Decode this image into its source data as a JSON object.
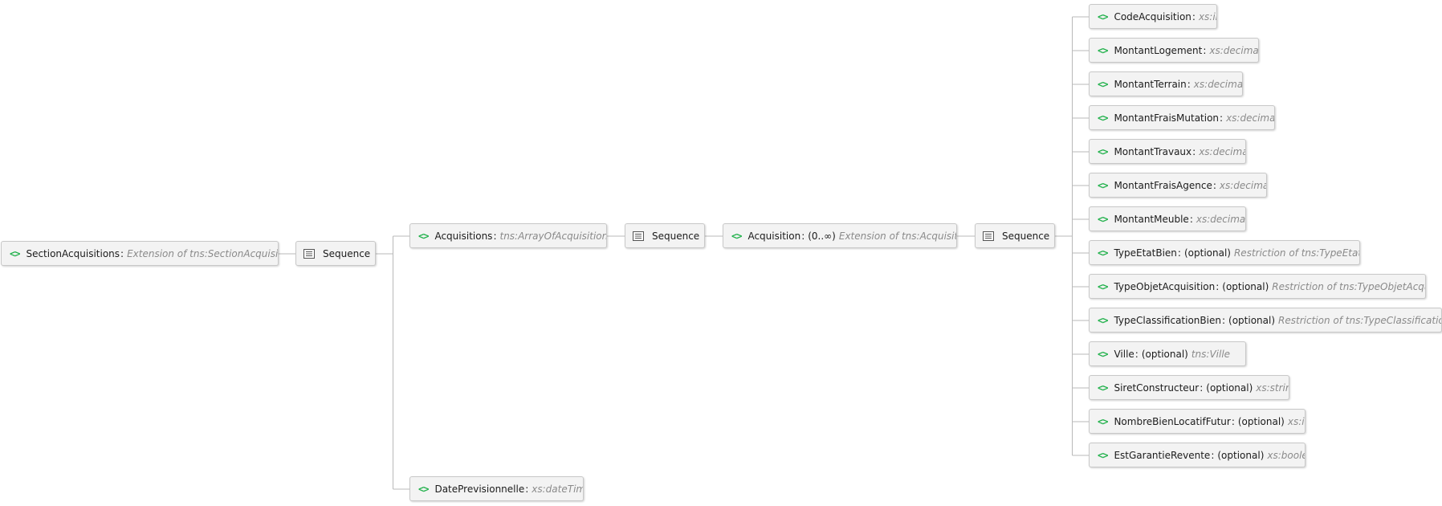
{
  "nodes": [
    {
      "id": "root",
      "kind": "element",
      "name": "SectionAcquisitions",
      "occurs": "",
      "type": "Extension of tns:SectionAcquisitions"
    },
    {
      "id": "seq1",
      "kind": "sequence",
      "name": "Sequence"
    },
    {
      "id": "acqs",
      "kind": "element",
      "name": "Acquisitions",
      "occurs": "",
      "type": "tns:ArrayOfAcquisition"
    },
    {
      "id": "datep",
      "kind": "element",
      "name": "DatePrevisionnelle",
      "occurs": "",
      "type": "xs:dateTime"
    },
    {
      "id": "seq2",
      "kind": "sequence",
      "name": "Sequence"
    },
    {
      "id": "acq",
      "kind": "element",
      "name": "Acquisition",
      "occurs": "(0..∞)",
      "type": "Extension of tns:Acquisition"
    },
    {
      "id": "seq3",
      "kind": "sequence",
      "name": "Sequence"
    },
    {
      "id": "c0",
      "kind": "element",
      "name": "CodeAcquisition",
      "occurs": "",
      "type": "xs:int"
    },
    {
      "id": "c1",
      "kind": "element",
      "name": "MontantLogement",
      "occurs": "",
      "type": "xs:decimal"
    },
    {
      "id": "c2",
      "kind": "element",
      "name": "MontantTerrain",
      "occurs": "",
      "type": "xs:decimal"
    },
    {
      "id": "c3",
      "kind": "element",
      "name": "MontantFraisMutation",
      "occurs": "",
      "type": "xs:decimal"
    },
    {
      "id": "c4",
      "kind": "element",
      "name": "MontantTravaux",
      "occurs": "",
      "type": "xs:decimal"
    },
    {
      "id": "c5",
      "kind": "element",
      "name": "MontantFraisAgence",
      "occurs": "",
      "type": "xs:decimal"
    },
    {
      "id": "c6",
      "kind": "element",
      "name": "MontantMeuble",
      "occurs": "",
      "type": "xs:decimal"
    },
    {
      "id": "c7",
      "kind": "element",
      "name": "TypeEtatBien",
      "occurs": "(optional)",
      "type": "Restriction of tns:TypeEtatBien"
    },
    {
      "id": "c8",
      "kind": "element",
      "name": "TypeObjetAcquisition",
      "occurs": "(optional)",
      "type": "Restriction of tns:TypeObjetAcquisition"
    },
    {
      "id": "c9",
      "kind": "element",
      "name": "TypeClassificationBien",
      "occurs": "(optional)",
      "type": "Restriction of tns:TypeClassificationBien"
    },
    {
      "id": "c10",
      "kind": "element",
      "name": "Ville",
      "occurs": "(optional)",
      "type": "tns:Ville"
    },
    {
      "id": "c11",
      "kind": "element",
      "name": "SiretConstructeur",
      "occurs": "(optional)",
      "type": "xs:string"
    },
    {
      "id": "c12",
      "kind": "element",
      "name": "NombreBienLocatifFutur",
      "occurs": "(optional)",
      "type": "xs:int"
    },
    {
      "id": "c13",
      "kind": "element",
      "name": "EstGarantieRevente",
      "occurs": "(optional)",
      "type": "xs:boolean"
    }
  ],
  "edges": [
    [
      "root",
      "seq1"
    ],
    [
      "seq1",
      "acqs"
    ],
    [
      "seq1",
      "datep"
    ],
    [
      "acqs",
      "seq2"
    ],
    [
      "seq2",
      "acq"
    ],
    [
      "acq",
      "seq3"
    ],
    [
      "seq3",
      "c0"
    ],
    [
      "seq3",
      "c1"
    ],
    [
      "seq3",
      "c2"
    ],
    [
      "seq3",
      "c3"
    ],
    [
      "seq3",
      "c4"
    ],
    [
      "seq3",
      "c5"
    ],
    [
      "seq3",
      "c6"
    ],
    [
      "seq3",
      "c7"
    ],
    [
      "seq3",
      "c8"
    ],
    [
      "seq3",
      "c9"
    ],
    [
      "seq3",
      "c10"
    ],
    [
      "seq3",
      "c11"
    ],
    [
      "seq3",
      "c12"
    ],
    [
      "seq3",
      "c13"
    ]
  ],
  "colors": {
    "element_icon": "#22b14c",
    "type_text": "#8a8a8a",
    "connector": "#b9b9b9",
    "node_bg": "#f3f3f3",
    "node_border": "#c8c8c8"
  }
}
